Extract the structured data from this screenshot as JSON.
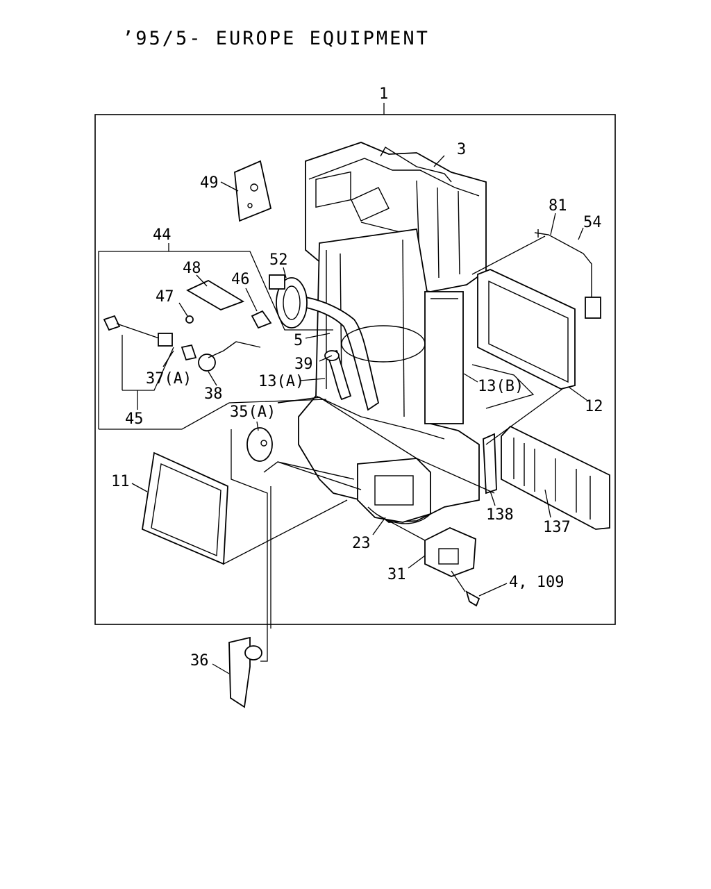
{
  "title": "’95/5-   EUROPE EQUIPMENT",
  "callouts": [
    {
      "id": "c1",
      "text": "1"
    },
    {
      "id": "c3",
      "text": "3"
    },
    {
      "id": "c49",
      "text": "49"
    },
    {
      "id": "c81",
      "text": "81"
    },
    {
      "id": "c54",
      "text": "54"
    },
    {
      "id": "c44",
      "text": "44"
    },
    {
      "id": "c52",
      "text": "52"
    },
    {
      "id": "c48",
      "text": "48"
    },
    {
      "id": "c46",
      "text": "46"
    },
    {
      "id": "c47",
      "text": "47"
    },
    {
      "id": "c5",
      "text": "5"
    },
    {
      "id": "c39",
      "text": "39"
    },
    {
      "id": "c37a",
      "text": "37(A)"
    },
    {
      "id": "c13a",
      "text": "13(A)"
    },
    {
      "id": "c13b",
      "text": "13(B)"
    },
    {
      "id": "c38",
      "text": "38"
    },
    {
      "id": "c45",
      "text": "45"
    },
    {
      "id": "c12",
      "text": "12"
    },
    {
      "id": "c35a",
      "text": "35(A)"
    },
    {
      "id": "c11",
      "text": "11"
    },
    {
      "id": "c138",
      "text": "138"
    },
    {
      "id": "c137",
      "text": "137"
    },
    {
      "id": "c23",
      "text": "23"
    },
    {
      "id": "c31",
      "text": "31"
    },
    {
      "id": "c4109",
      "text": "4, 109"
    },
    {
      "id": "c36",
      "text": "36"
    }
  ]
}
